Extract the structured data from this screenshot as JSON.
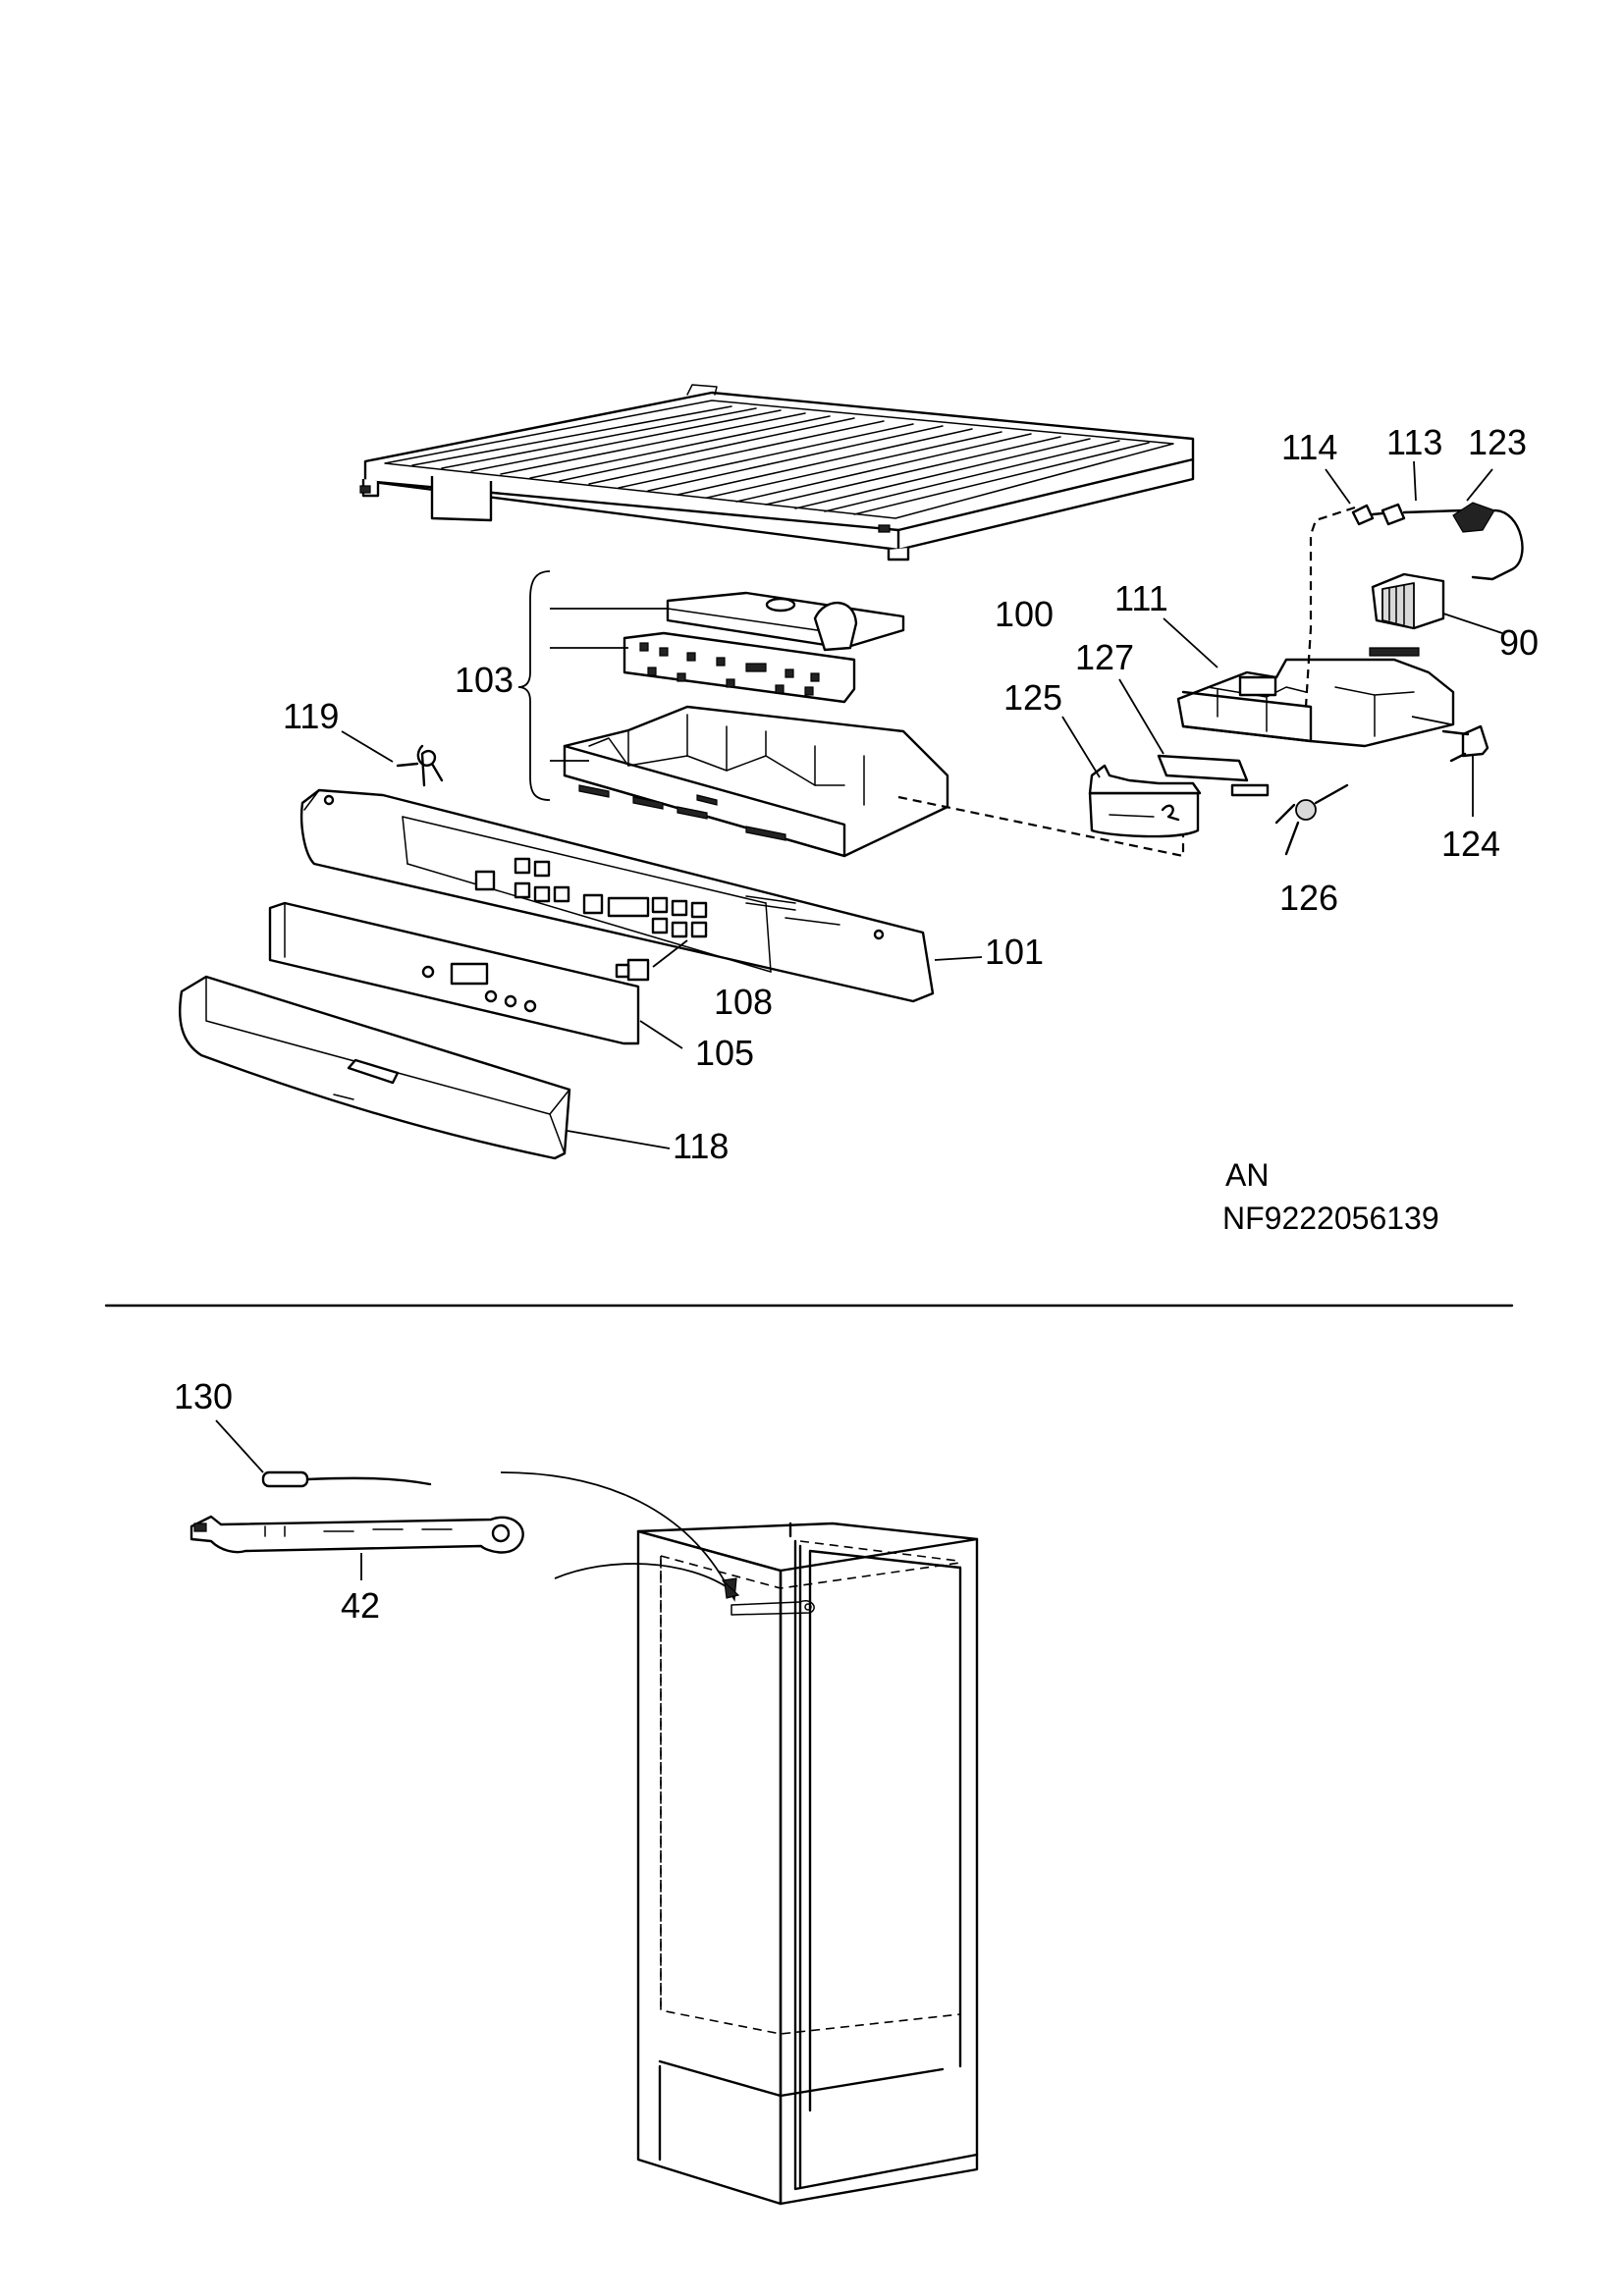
{
  "callouts": [
    {
      "id": "c114",
      "label": "114"
    },
    {
      "id": "c113",
      "label": "113"
    },
    {
      "id": "c123",
      "label": "123"
    },
    {
      "id": "c100",
      "label": "100"
    },
    {
      "id": "c111",
      "label": "111"
    },
    {
      "id": "c90",
      "label": "90"
    },
    {
      "id": "c127",
      "label": "127"
    },
    {
      "id": "c125",
      "label": "125"
    },
    {
      "id": "c103",
      "label": "103"
    },
    {
      "id": "c119",
      "label": "119"
    },
    {
      "id": "c124",
      "label": "124"
    },
    {
      "id": "c126",
      "label": "126"
    },
    {
      "id": "c101",
      "label": "101"
    },
    {
      "id": "c108",
      "label": "108"
    },
    {
      "id": "c105",
      "label": "105"
    },
    {
      "id": "c118",
      "label": "118"
    },
    {
      "id": "c130",
      "label": "130"
    },
    {
      "id": "c42",
      "label": "42"
    }
  ],
  "notes": {
    "version_code": "AN",
    "part_number": "NF9222056139"
  }
}
